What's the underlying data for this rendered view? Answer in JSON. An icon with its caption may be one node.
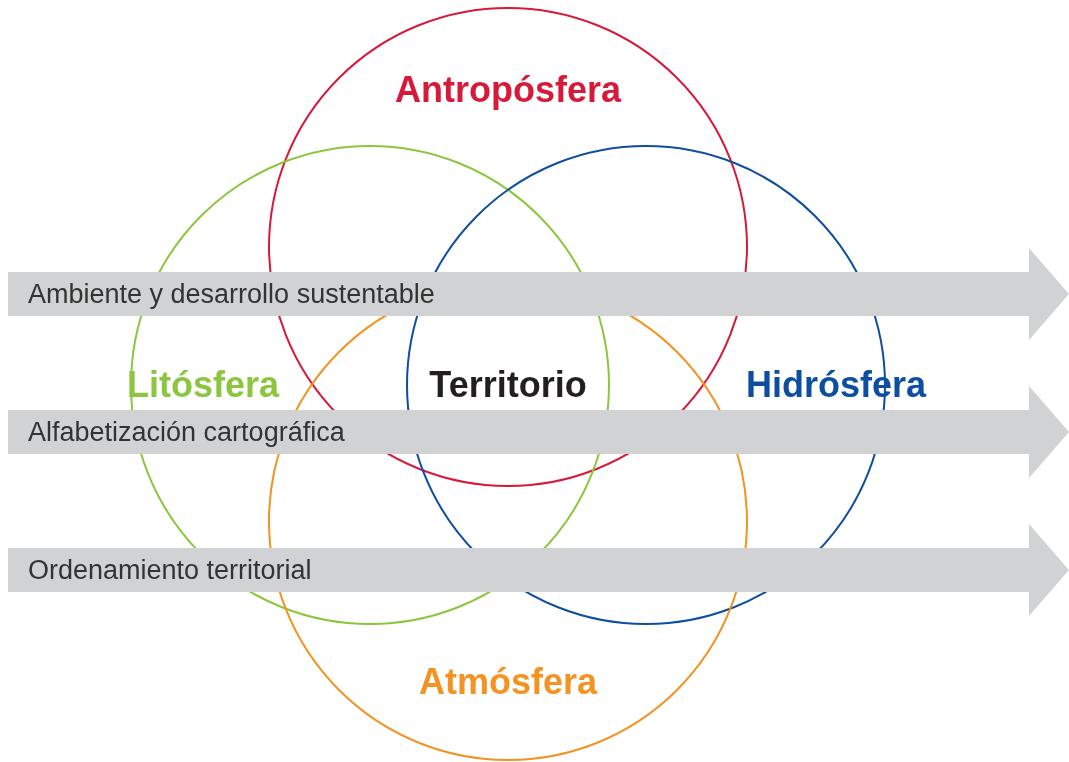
{
  "diagram": {
    "nodes": [
      {
        "text": [
          "Antropósfera"
        ]
      },
      {
        "text": [
          "Litósfera"
        ]
      },
      {
        "text": [
          "Hidrósfera"
        ]
      },
      {
        "text": [
          "Atmósfera"
        ]
      },
      {
        "text": [
          "Ambiente y desarrollo sustentable"
        ]
      },
      {
        "text": [
          "Alfabetización cartográfica"
        ]
      },
      {
        "text": [
          "Ordenamiento territorial"
        ]
      }
    ],
    "edges": [],
    "labels": [
      "Territorio"
    ]
  }
}
